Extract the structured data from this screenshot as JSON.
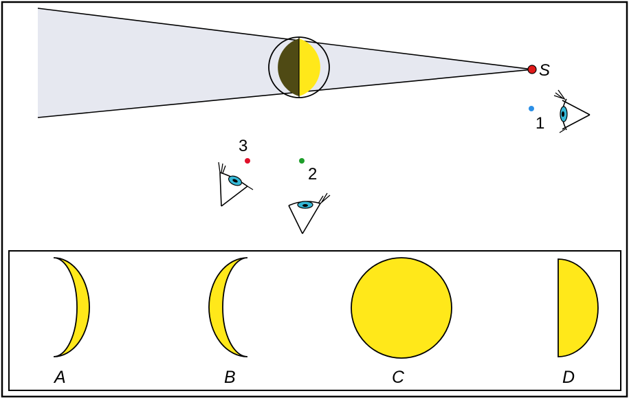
{
  "light_source": {
    "label": "S",
    "color": "#e01a1a"
  },
  "viewpoints": [
    {
      "label": "1",
      "dot_color": "#2b8fe6"
    },
    {
      "label": "2",
      "dot_color": "#1e9e2a"
    },
    {
      "label": "3",
      "dot_color": "#e0102a"
    }
  ],
  "phases": [
    {
      "label": "A",
      "icon": "crescent-right-icon"
    },
    {
      "label": "B",
      "icon": "crescent-left-icon"
    },
    {
      "label": "C",
      "icon": "full-moon-icon"
    },
    {
      "label": "D",
      "icon": "half-moon-icon"
    }
  ],
  "colors": {
    "moon_lit": "#ffe81a",
    "moon_dark": "#4f4a14",
    "shadow": "#e6e8f0",
    "iris": "#36b8d6"
  }
}
